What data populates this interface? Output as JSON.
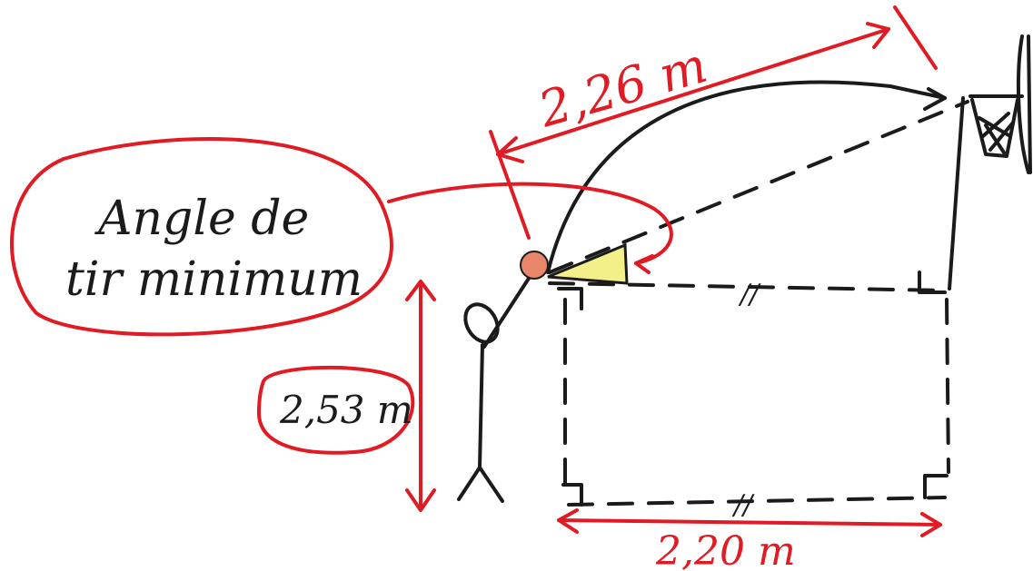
{
  "labels": {
    "angle_line1": "Angle de",
    "angle_line2": "tir minimum",
    "height": "2,53 m",
    "distance_diagonal": "2,26 m",
    "distance_ground": "2,20 m",
    "equal_mark": "//"
  },
  "colors": {
    "ink": "#1b1b1b",
    "annotation": "#e01b24",
    "ball": "#e8866a",
    "angle_fill": "#f3f08a"
  }
}
